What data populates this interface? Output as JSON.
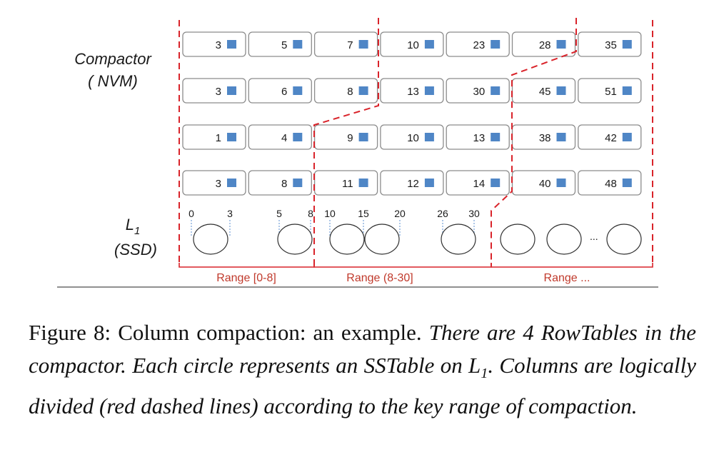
{
  "compactor_label": {
    "line1": "Compactor",
    "line2": "( NVM)"
  },
  "l1_label": {
    "line1": "L",
    "sub": "1",
    "line2": "(SSD)"
  },
  "rows": [
    [
      "3",
      "5",
      "7",
      "10",
      "23",
      "28",
      "35"
    ],
    [
      "3",
      "6",
      "8",
      "13",
      "30",
      "45",
      "51"
    ],
    [
      "1",
      "4",
      "9",
      "10",
      "13",
      "38",
      "42"
    ],
    [
      "3",
      "8",
      "11",
      "12",
      "14",
      "40",
      "48"
    ]
  ],
  "sstable_keys": [
    "0",
    "3",
    "5",
    "8",
    "10",
    "15",
    "20",
    "26",
    "30"
  ],
  "ellipsis": "...",
  "ranges": [
    "Range [0-8]",
    "Range (8-30]",
    "Range ..."
  ],
  "caption": {
    "lead": "Figure 8: Column compaction: an example.",
    "italic": "There are 4 RowTables in the compactor. Each circle represents an SSTable on L",
    "sub": "1",
    "italic2": ". Columns are logically divided (red dashed lines) according to the key range of compaction."
  },
  "colors": {
    "divider": "#d9232a",
    "value_marker": "#4f86c6",
    "range_text": "#c0392b"
  }
}
